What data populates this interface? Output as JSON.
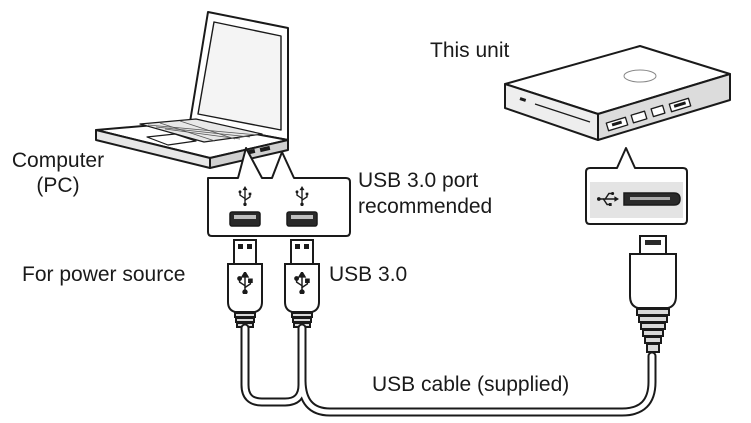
{
  "labels": {
    "this_unit": "This unit",
    "computer_line1": "Computer",
    "computer_line2": "(PC)",
    "port_line1": "USB 3.0 port",
    "port_line2": "recommended",
    "power_source": "For power source",
    "usb30": "USB 3.0",
    "cable": "USB cable (supplied)"
  },
  "icons": {
    "usb_symbol": "usb-trident-icon"
  },
  "colors": {
    "line": "#1a1a1a",
    "fill": "#ffffff",
    "shade": "#d9d9d9",
    "dark": "#2a2a2a"
  }
}
